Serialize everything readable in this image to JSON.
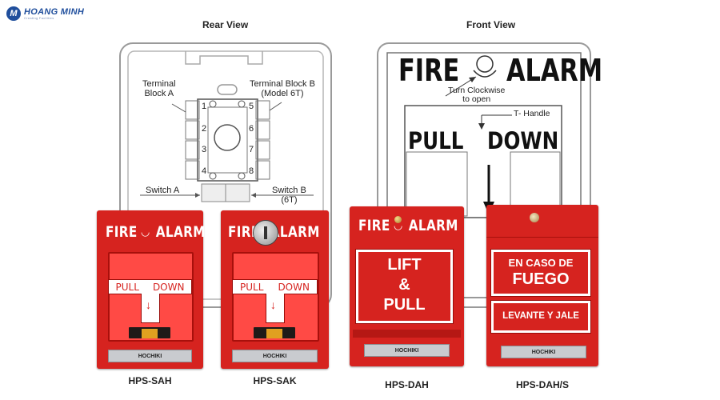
{
  "logo": {
    "name": "HOANG MINH",
    "tagline": "Creating Facilities"
  },
  "rear_view": {
    "title": "Rear View",
    "terminal_block_a": "Terminal\nBlock A",
    "terminal_block_b": "Terminal Block B\n(Model 6T)",
    "switch_a": "Switch A",
    "switch_b": "Switch B\n(6T)",
    "terminal_numbers": [
      "1",
      "2",
      "3",
      "4",
      "5",
      "6",
      "7",
      "8"
    ]
  },
  "front_view": {
    "title": "Front View",
    "fire": "FIRE",
    "alarm": "ALARM",
    "turn_clockwise": "Turn Clockwise\nto open",
    "t_handle": "T- Handle",
    "pull": "PULL",
    "down": "DOWN"
  },
  "products": [
    {
      "model": "HPS-SAH",
      "fire": "FIRE",
      "alarm": "ALARM",
      "pull": "PULL",
      "down": "DOWN",
      "brand": "HOCHIKI"
    },
    {
      "model": "HPS-SAK",
      "fire": "FIRE",
      "alarm": "ALARM",
      "pull": "PULL",
      "down": "DOWN",
      "brand": "HOCHIKI"
    },
    {
      "model": "HPS-DAH",
      "fire": "FIRE",
      "alarm": "ALARM",
      "line1": "LIFT",
      "line2": "&",
      "line3": "PULL",
      "brand": "HOCHIKI"
    },
    {
      "model": "HPS-DAH/S",
      "line1": "EN CASO DE",
      "line2": "FUEGO",
      "line3": "LEVANTE Y JALE",
      "brand": "HOCHIKI"
    }
  ],
  "colors": {
    "alarm_red": "#d6231f",
    "brand_blue": "#1f4e9c"
  }
}
